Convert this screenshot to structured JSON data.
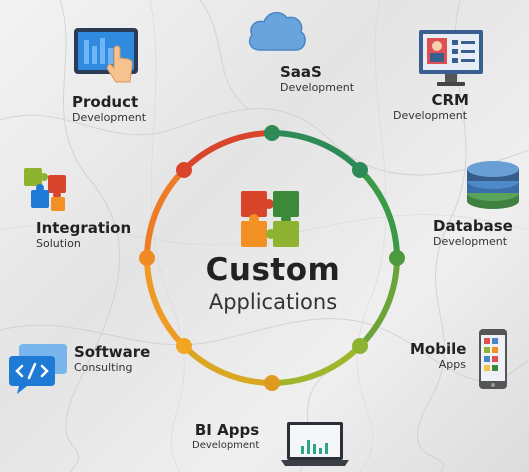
{
  "center": {
    "title": "Custom",
    "subtitle": "Applications"
  },
  "nodes": [
    {
      "id": "saas",
      "title": "SaaS",
      "sub": "Development",
      "icon": "cloud-icon"
    },
    {
      "id": "crm",
      "title": "CRM",
      "sub": "Development",
      "icon": "crm-monitor-icon"
    },
    {
      "id": "database",
      "title": "Database",
      "sub": "Development",
      "icon": "database-icon"
    },
    {
      "id": "mobile",
      "title": "Mobile",
      "sub": "Apps",
      "icon": "smartphone-icon"
    },
    {
      "id": "bi",
      "title": "BI Apps",
      "sub": "Development",
      "icon": "laptop-chart-icon"
    },
    {
      "id": "software",
      "title": "Software",
      "sub": "Consulting",
      "icon": "code-chat-icon"
    },
    {
      "id": "integration",
      "title": "Integration",
      "sub": "Solution",
      "icon": "puzzle-icon"
    },
    {
      "id": "product",
      "title": "Product",
      "sub": "Development",
      "icon": "touch-tablet-icon"
    }
  ],
  "colors": {
    "ring_green": "#2e8b57",
    "ring_lime": "#8db330",
    "ring_orange": "#f29023",
    "ring_red": "#d9452b",
    "text": "#222222"
  }
}
